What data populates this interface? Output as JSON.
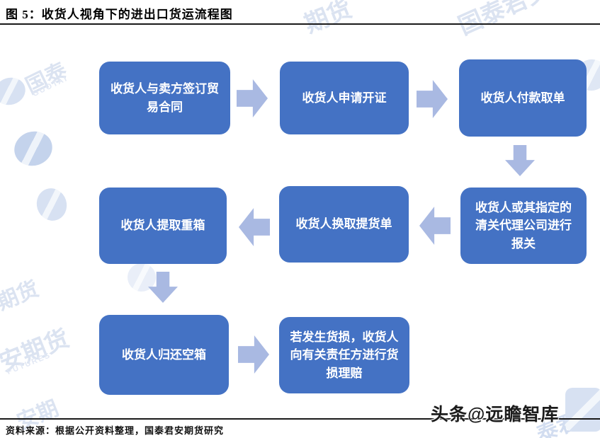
{
  "title": "图 5：收货人视角下的进出口货运流程图",
  "flow": {
    "nodes": [
      {
        "id": "sign-contract",
        "label": "收货人与卖方签订贸易合同"
      },
      {
        "id": "apply-lc",
        "label": "收货人申请开证"
      },
      {
        "id": "pay-get-docs",
        "label": "收货人付款取单"
      },
      {
        "id": "customs-clearance",
        "label": "收货人或其指定的清关代理公司进行报关"
      },
      {
        "id": "exchange-delivery-order",
        "label": "收货人换取提货单"
      },
      {
        "id": "pickup-full-container",
        "label": "收货人提取重箱"
      },
      {
        "id": "return-empty-container",
        "label": "收货人归还空箱"
      },
      {
        "id": "cargo-damage-claim",
        "label": "若发生货损，收货人向有关责任方进行货损理赔"
      }
    ],
    "arrow_directions": [
      "right",
      "right",
      "down",
      "left",
      "left",
      "down",
      "right"
    ]
  },
  "footer": {
    "source": "资料来源：根据公开资料整理，国泰君安期货研究",
    "attribution": "头条@远瞻智库"
  },
  "watermarks": {
    "texts": [
      "期货",
      "国泰君安",
      "国泰",
      "GUOTAI",
      "期货",
      "安期货",
      "FUTURES",
      "安期",
      "泰君"
    ]
  },
  "colors": {
    "node_fill": "#4472C4",
    "node_text": "#FFFFFF",
    "arrow_fill": "#A9B9E2",
    "watermark": "#DBE3F1"
  }
}
